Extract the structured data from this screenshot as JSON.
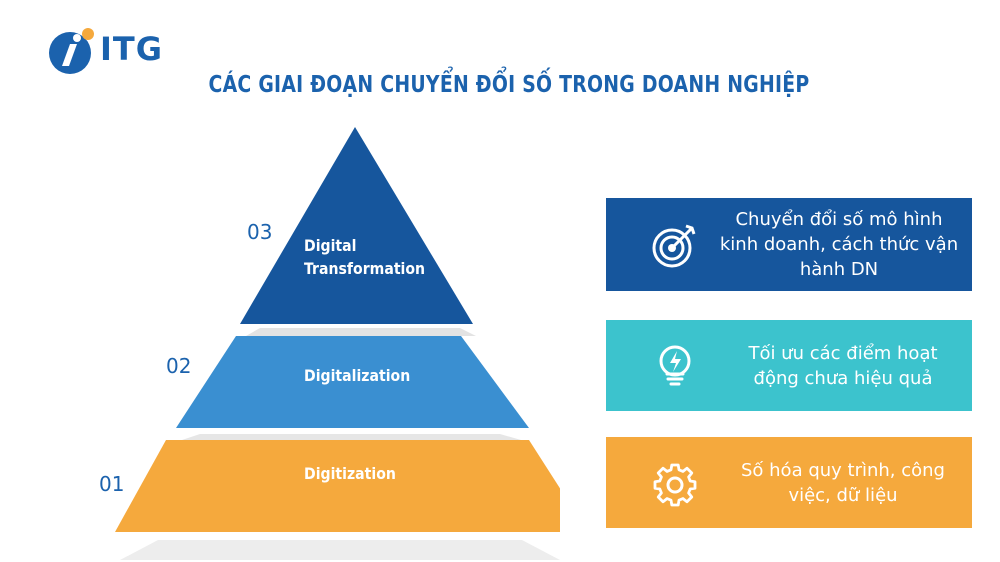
{
  "logo": {
    "text": "ITG"
  },
  "title": "CÁC GIAI ĐOẠN CHUYỂN ĐỔI SỐ TRONG DOANH NGHIỆP",
  "levels": [
    {
      "number": "03",
      "label_line1": "Digital",
      "label_line2": "Transformation",
      "color": "#16569d"
    },
    {
      "number": "02",
      "label": "Digitalization",
      "color": "#3a8fd1"
    },
    {
      "number": "01",
      "label": "Digitization",
      "color": "#f5a93d"
    }
  ],
  "boxes": [
    {
      "text": "Chuyển đổi số mô hình kinh doanh, cách thức vận hành DN",
      "icon": "target-icon",
      "color": "#16569d"
    },
    {
      "text": "Tối ưu các điểm hoạt động chưa hiệu quả",
      "icon": "lightbulb-icon",
      "color": "#3cc3cd"
    },
    {
      "text": "Số hóa quy trình, công việc, dữ liệu",
      "icon": "gear-icon",
      "color": "#f5a93d"
    }
  ]
}
